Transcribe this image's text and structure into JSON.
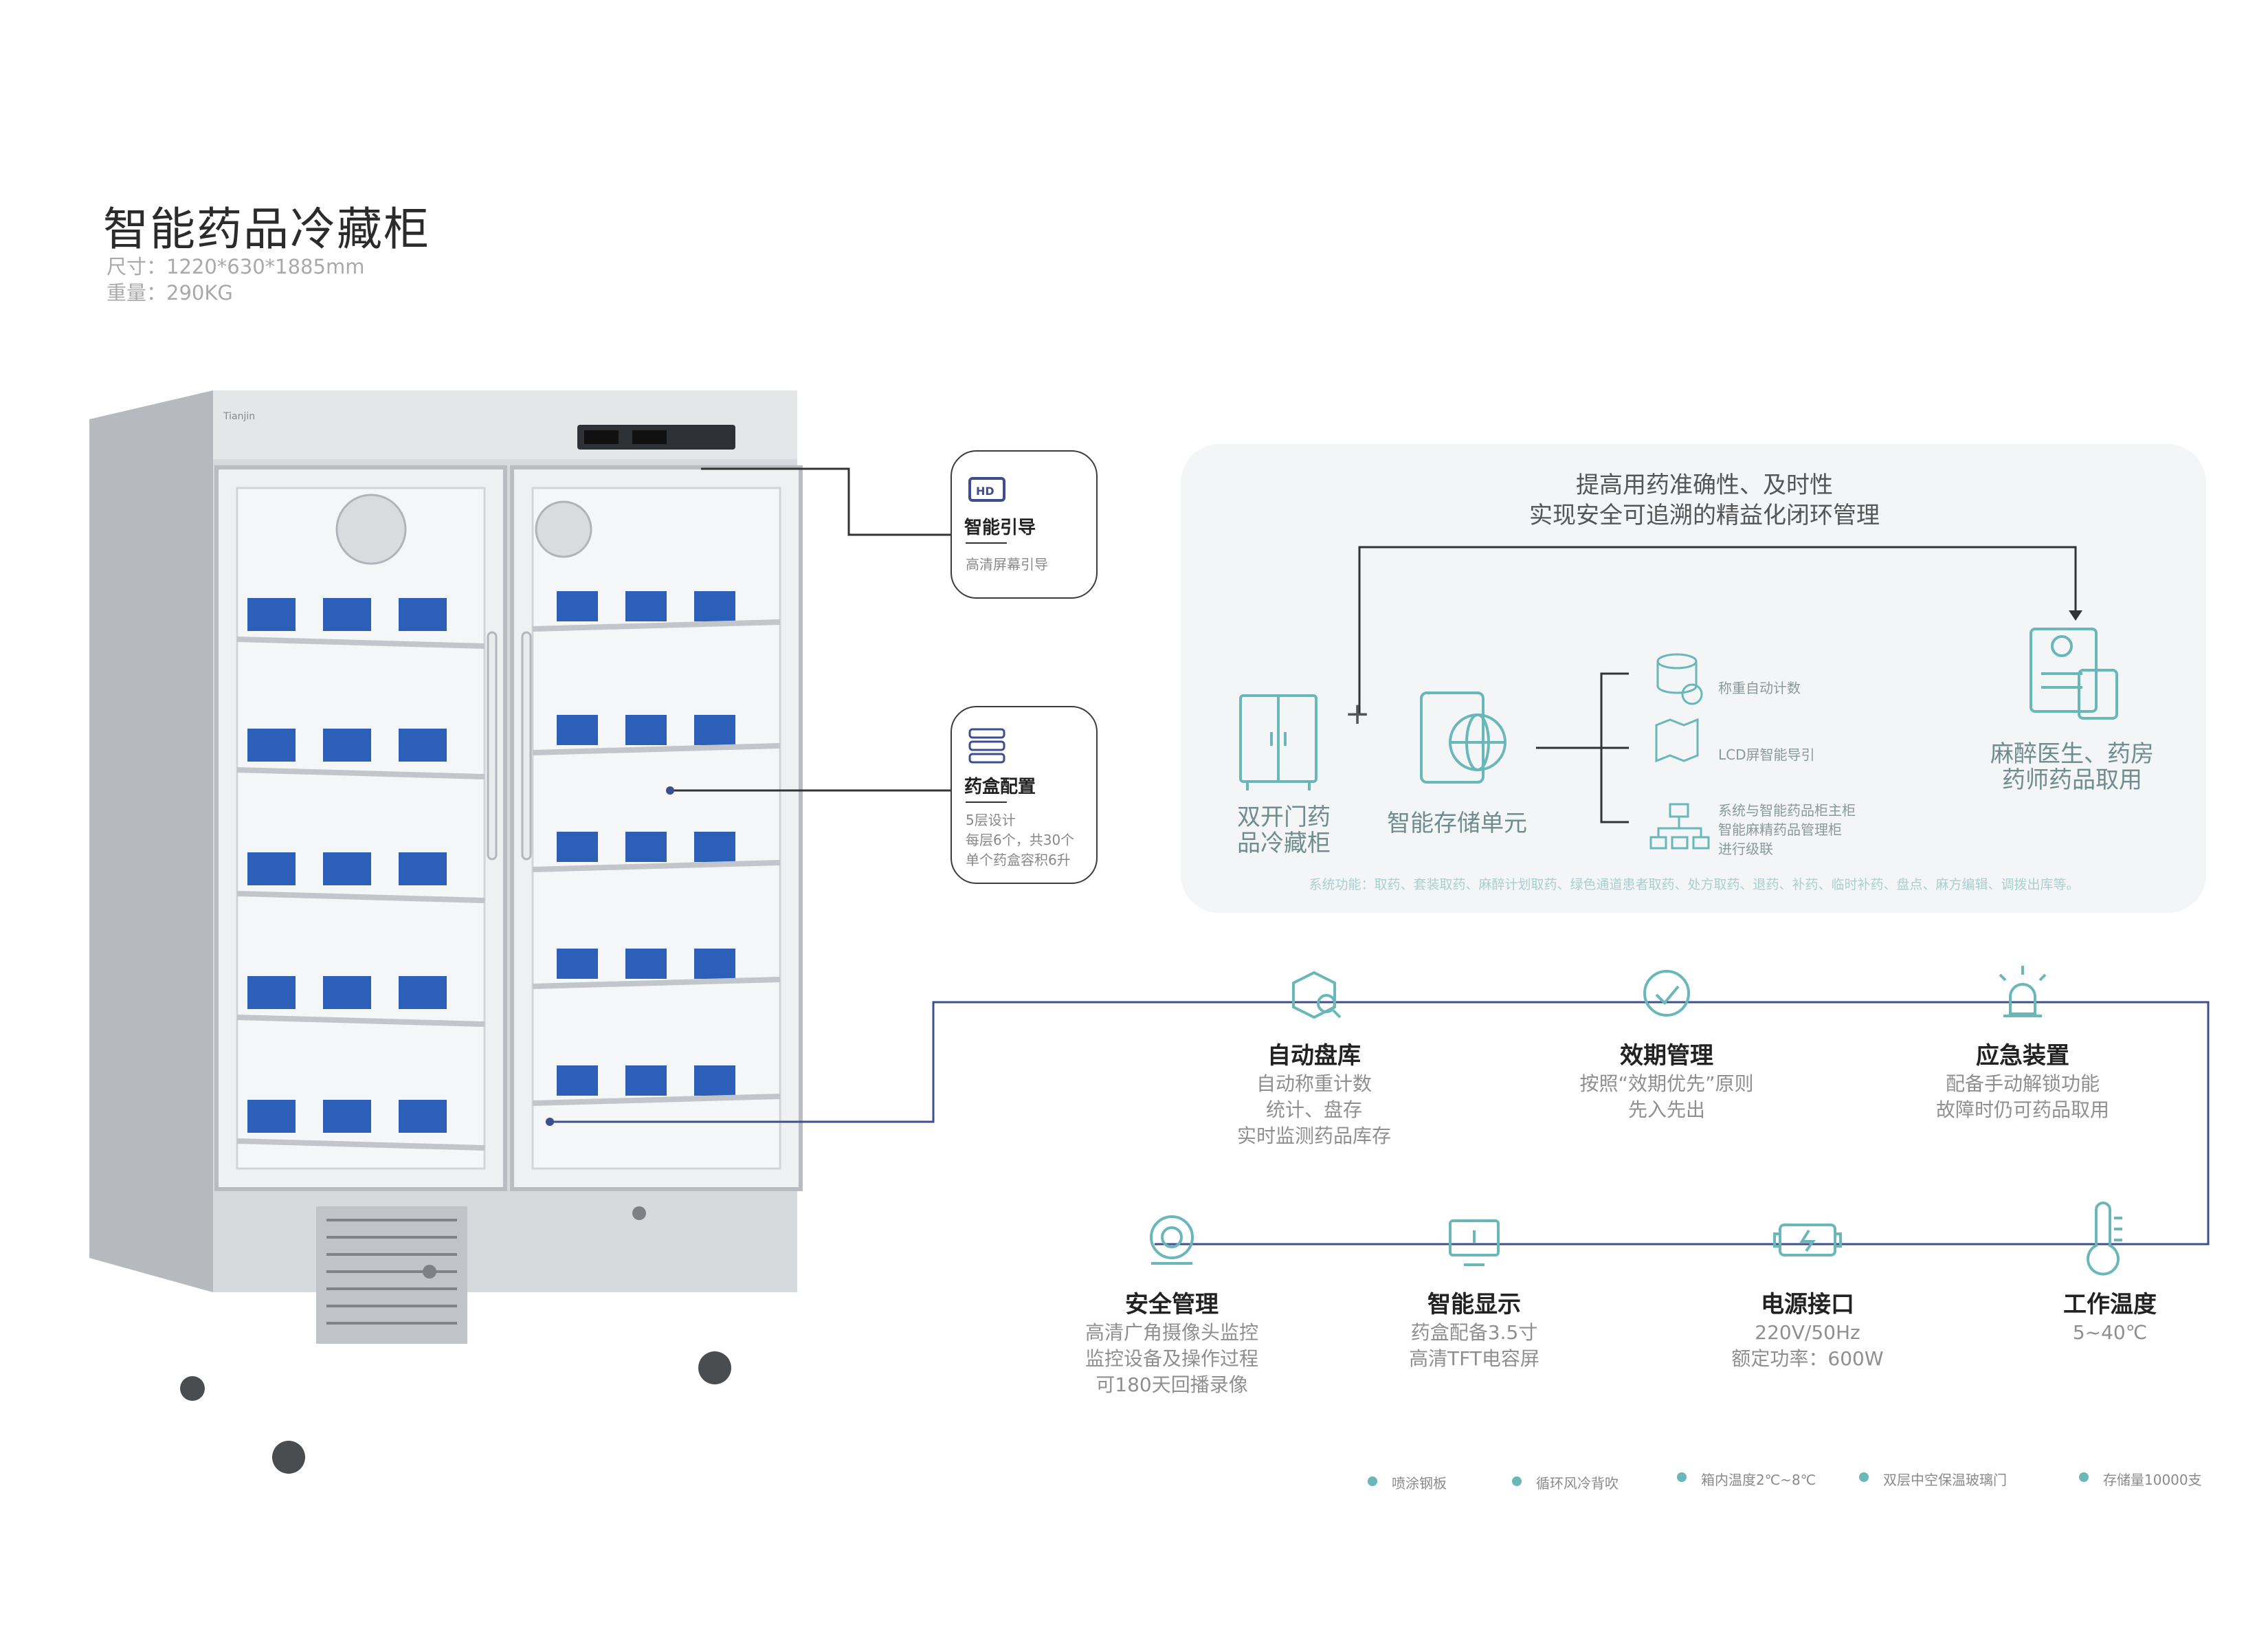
{
  "header": {
    "title": "智能药品冷藏柜",
    "size": "尺寸：1220*630*1885mm",
    "weight": "重量：290KG"
  },
  "product": {
    "brand": "Tianjin",
    "cabinet_color": "#c9cdd1"
  },
  "callouts": [
    {
      "title": "智能引导",
      "sub": [
        "高清屏幕引导"
      ],
      "icon": "hd-screen-icon"
    },
    {
      "title": "药盒配置",
      "sub": [
        "5层设计",
        "每层6个，共30个",
        "单个药盒容积6升"
      ],
      "icon": "pill-boxes-icon"
    }
  ],
  "panel": {
    "headline1": "提高用药准确性、及时性",
    "headline2": "实现安全可追溯的精益化闭环管理",
    "left_label": [
      "双开门药",
      "品冷藏柜"
    ],
    "plus": "+",
    "middle_label": "智能存储单元",
    "branches": [
      {
        "text": [
          "称重自动计数"
        ],
        "icon": "database-plus-icon"
      },
      {
        "text": [
          "LCD屏智能导引"
        ],
        "icon": "map-pin-icon"
      },
      {
        "text": [
          "系统与智能药品柜主柜",
          "智能麻精药品管理柜",
          "进行级联"
        ],
        "icon": "hierarchy-icon"
      }
    ],
    "right_label": [
      "麻醉医生、药房",
      "药师药品取用"
    ],
    "footnote": "系统功能：取药、套装取药、麻醉计划取药、绿色通道患者取药、处方取药、退药、补药、临时补药、盘点、麻方编辑、调拨出库等。",
    "accent": "#6ab7b9"
  },
  "features_row1": [
    {
      "title": "自动盘库",
      "desc": [
        "自动称重计数",
        "统计、盘存",
        "实时监测药品库存"
      ],
      "icon": "box-search-icon"
    },
    {
      "title": "效期管理",
      "desc": [
        "按照“效期优先”原则",
        "先入先出"
      ],
      "icon": "shield-check-icon"
    },
    {
      "title": "应急装置",
      "desc": [
        "配备手动解锁功能",
        "故障时仍可药品取用"
      ],
      "icon": "emergency-light-icon"
    }
  ],
  "features_row2": [
    {
      "title": "安全管理",
      "desc": [
        "高清广角摄像头监控",
        "监控设备及操作过程",
        "可180天回播录像"
      ],
      "icon": "camera-icon"
    },
    {
      "title": "智能显示",
      "desc": [
        "药盒配备3.5寸",
        "高清TFT电容屏"
      ],
      "icon": "monitor-alert-icon"
    },
    {
      "title": "电源接口",
      "desc": [
        "220V/50Hz",
        "额定功率：600W"
      ],
      "icon": "battery-icon"
    },
    {
      "title": "工作温度",
      "desc": [
        "5~40℃"
      ],
      "icon": "thermometer-icon"
    }
  ],
  "bullets": [
    "喷涂钢板",
    "循环风冷背吹",
    "箱内温度2℃~8℃",
    "双层中空保温玻璃门",
    "存储量10000支"
  ],
  "line_color": "#3e4f8c"
}
